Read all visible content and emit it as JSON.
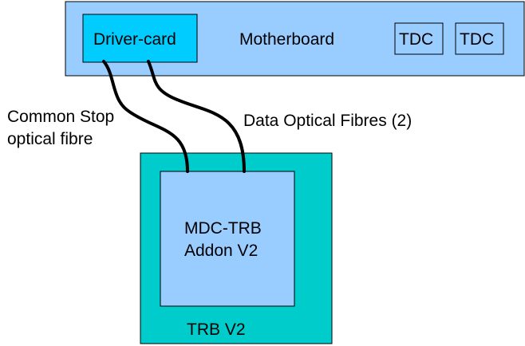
{
  "motherboard": {
    "label": "Motherboard",
    "fill": "#99ccff"
  },
  "driver_card": {
    "label": "Driver-card",
    "fill": "#00ccff"
  },
  "tdc_chips": [
    {
      "label": "TDC"
    },
    {
      "label": "TDC"
    }
  ],
  "common_stop_label": {
    "line1": "Common Stop",
    "line2": "optical fibre"
  },
  "data_fibres_label": "Data Optical Fibres (2)",
  "trb_board": {
    "label": "TRB V2",
    "fill": "#00cccc"
  },
  "mdc_addon": {
    "line1": "MDC-TRB",
    "line2": "Addon V2",
    "fill": "#99ccff"
  }
}
